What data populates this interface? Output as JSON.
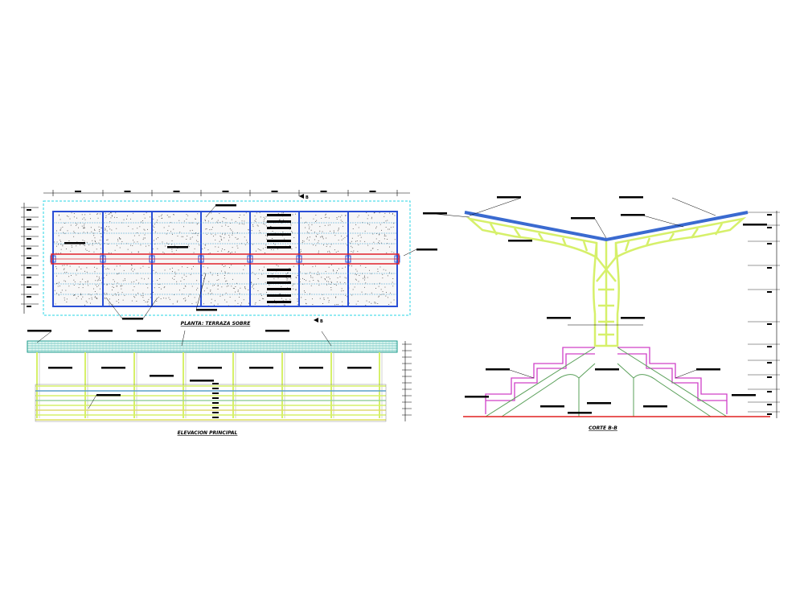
{
  "titles": {
    "plan": "PLANTA: TERRAZA SOBRE",
    "elevation": "ELEVACION PRINCIPAL",
    "section": "CORTE B-B"
  },
  "section_markers": {
    "top": "B",
    "bottom": "B"
  },
  "colors": {
    "background": "#ffffff",
    "frame_blue": "#2a4fd6",
    "roof_blue": "#3a6ad0",
    "beam_red": "#e0202a",
    "cyan_outline": "#2ad4e6",
    "structure_yellow": "#d6f06a",
    "stair_magenta": "#d040c8",
    "ground_red": "#e02020",
    "slope_green": "#5aa05a",
    "teal_roof": "#1a9a8a",
    "annotation_black": "#000000"
  }
}
